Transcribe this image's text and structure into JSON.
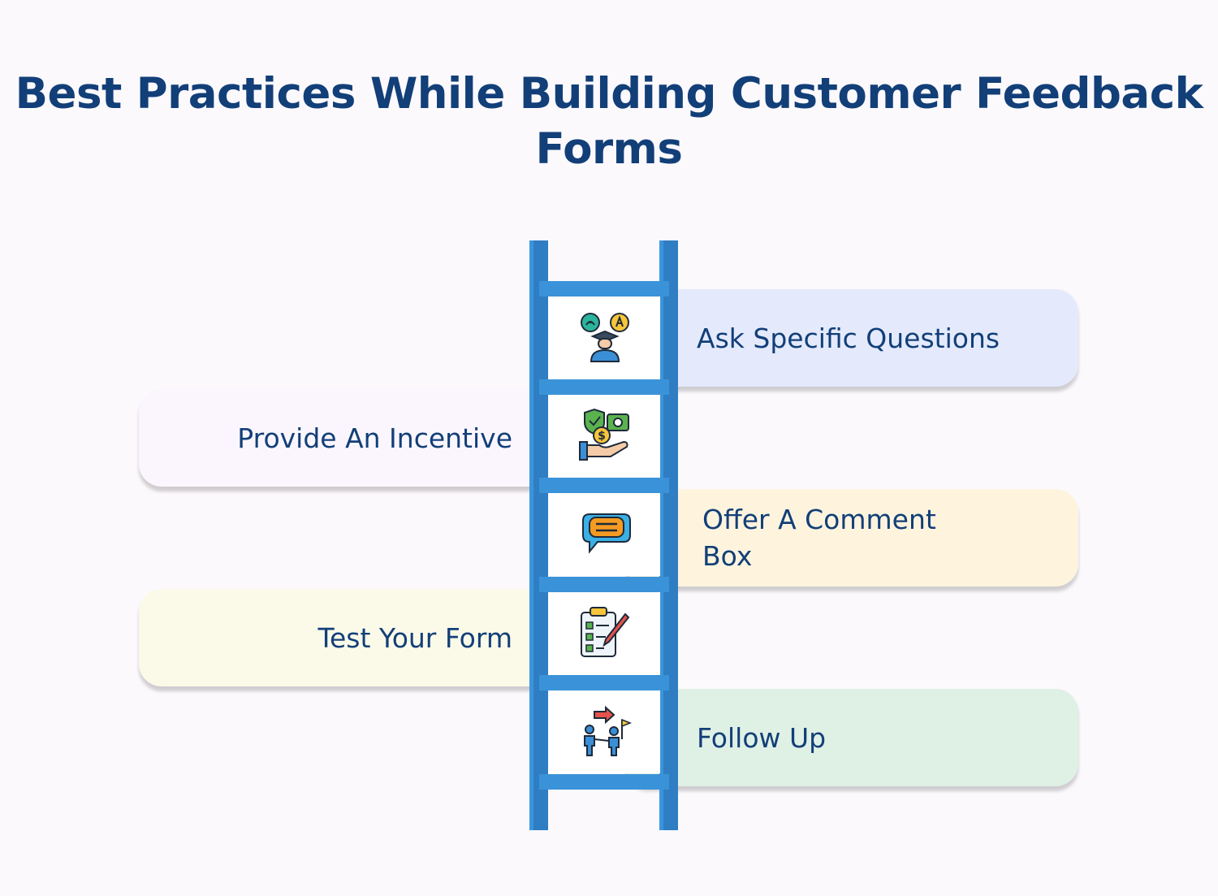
{
  "title": "Best Practices While Building Customer Feedback Forms",
  "steps": [
    {
      "label": "Ask Specific Questions",
      "side": "right",
      "color": "#e4eafc",
      "icon": "qa-graduate-icon"
    },
    {
      "label": "Provide An Incentive",
      "side": "left",
      "color": "#fbf6fd",
      "icon": "money-hand-icon"
    },
    {
      "label": "Offer A Comment Box",
      "side": "right",
      "color": "#fef4de",
      "icon": "chat-bubble-icon"
    },
    {
      "label": "Test Your Form",
      "side": "left",
      "color": "#fbfae9",
      "icon": "checklist-clipboard-icon"
    },
    {
      "label": "Follow Up",
      "side": "right",
      "color": "#dff0e5",
      "icon": "people-flag-icon"
    }
  ],
  "colors": {
    "title": "#123f78",
    "ladder": "#3a93d9",
    "background": "#fcf9fd"
  }
}
